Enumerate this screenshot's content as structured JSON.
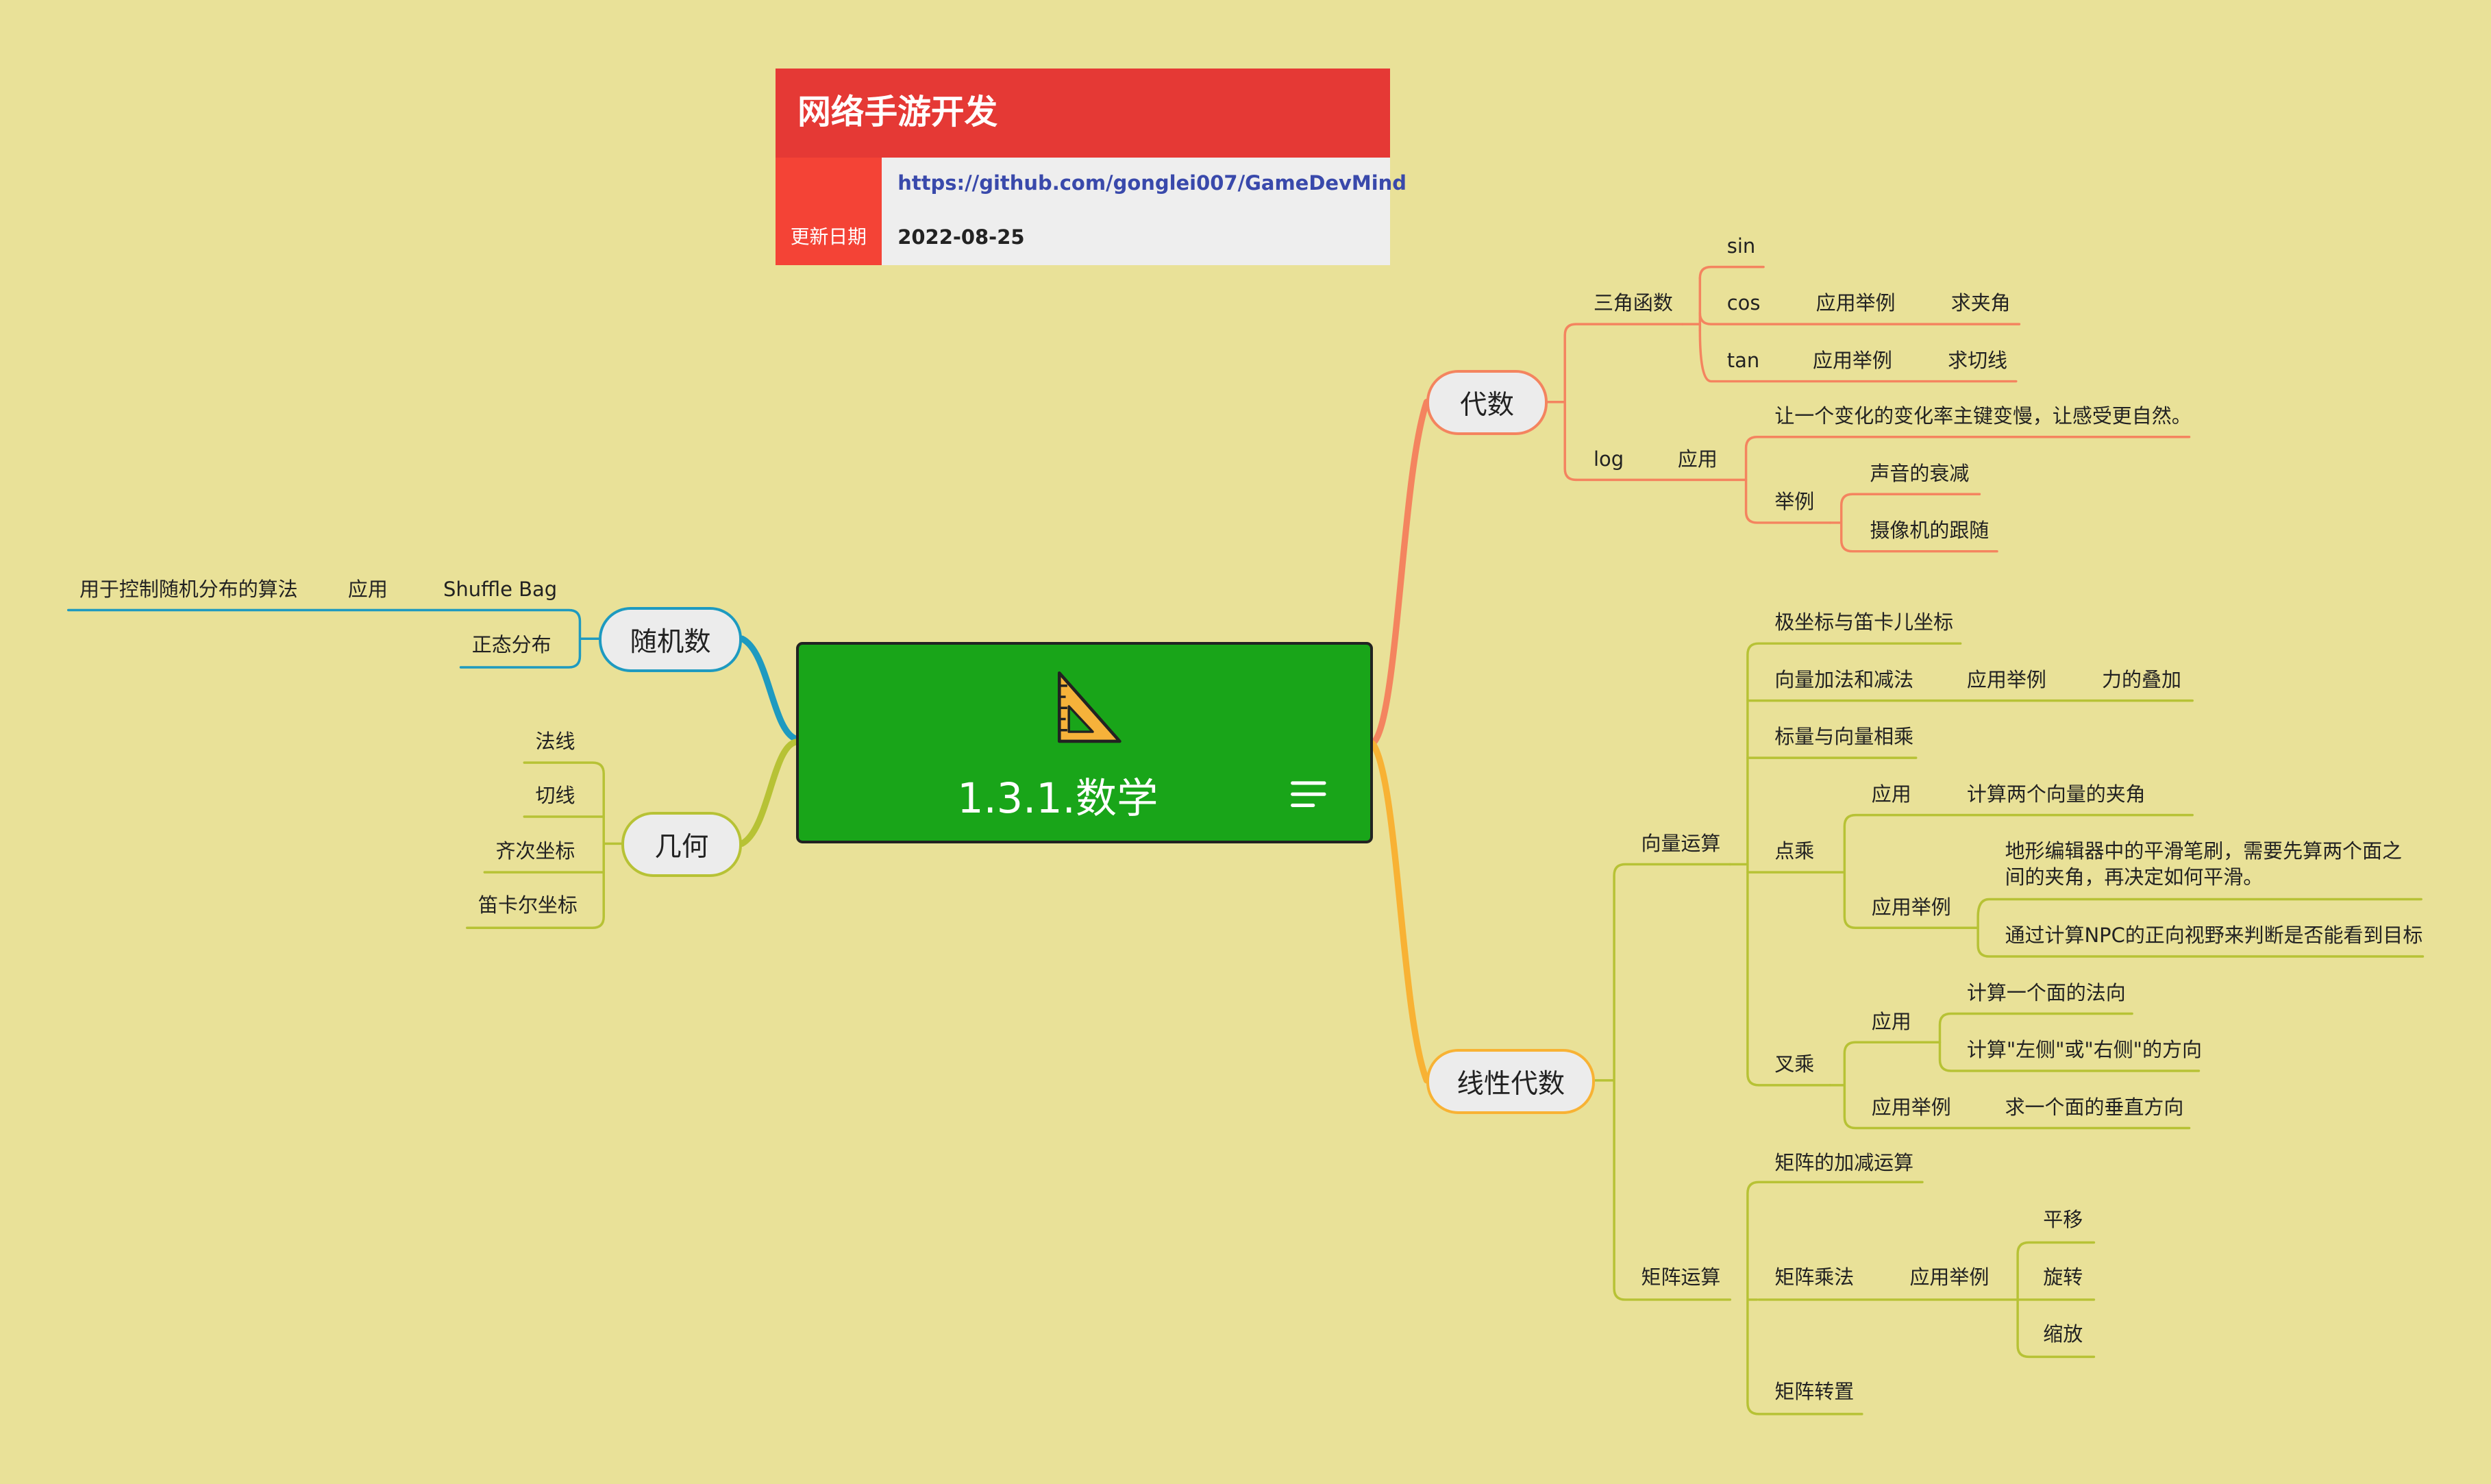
{
  "info_card": {
    "title": "网络手游开发",
    "url": "https://github.com/gonglei007/GameDevMind",
    "date_label": "更新日期",
    "date": "2022-08-25"
  },
  "central": {
    "title": "1.3.1.数学",
    "icon": "triangle-ruler-icon",
    "notes_icon": "notes-icon"
  },
  "colors": {
    "background": "#e9e198",
    "central": "#19a519",
    "algebra": "#f4845f",
    "linear": "#b7c235",
    "random": "#1e9ac0",
    "geometry": "#b7c235",
    "info_title": "#e53935",
    "info_label": "#f44336"
  },
  "mindmap": {
    "algebra": {
      "label": "代数",
      "trig": {
        "label": "三角函数",
        "sin": "sin",
        "cos": "cos",
        "cos_app": "应用举例",
        "cos_ex": "求夹角",
        "tan": "tan",
        "tan_app": "应用举例",
        "tan_ex": "求切线"
      },
      "log": {
        "label": "log",
        "app": "应用",
        "app_note": "让一个变化的变化率主键变慢，让感受更自然。",
        "examples": "举例",
        "ex1": "声音的衰减",
        "ex2": "摄像机的跟随"
      }
    },
    "linear": {
      "label": "线性代数",
      "vector": {
        "label": "向量运算",
        "polar": "极坐标与笛卡儿坐标",
        "add": "向量加法和减法",
        "add_app": "应用举例",
        "add_ex": "力的叠加",
        "scalar": "标量与向量相乘",
        "dot": "点乘",
        "dot_app": "应用",
        "dot_app_ex": "计算两个向量的夹角",
        "dot_examples": "应用举例",
        "dot_ex1": "地形编辑器中的平滑笔刷，需要先算两个面之间的夹角，再决定如何平滑。",
        "dot_ex2": "通过计算NPC的正向视野来判断是否能看到目标",
        "cross": "叉乘",
        "cross_app": "应用",
        "cross_app_ex1": "计算一个面的法向",
        "cross_app_ex2": "计算\"左侧\"或\"右侧\"的方向",
        "cross_examples": "应用举例",
        "cross_ex": "求一个面的垂直方向"
      },
      "matrix": {
        "label": "矩阵运算",
        "addsub": "矩阵的加减运算",
        "mul": "矩阵乘法",
        "mul_app": "应用举例",
        "translate": "平移",
        "rotate": "旋转",
        "scale": "缩放",
        "transpose": "矩阵转置"
      }
    },
    "random": {
      "label": "随机数",
      "shuffle": "Shuffle Bag",
      "shuffle_app": "应用",
      "shuffle_note": "用于控制随机分布的算法",
      "normal": "正态分布"
    },
    "geometry": {
      "label": "几何",
      "normal": "法线",
      "tangent": "切线",
      "homogeneous": "齐次坐标",
      "cartesian": "笛卡尔坐标"
    }
  }
}
